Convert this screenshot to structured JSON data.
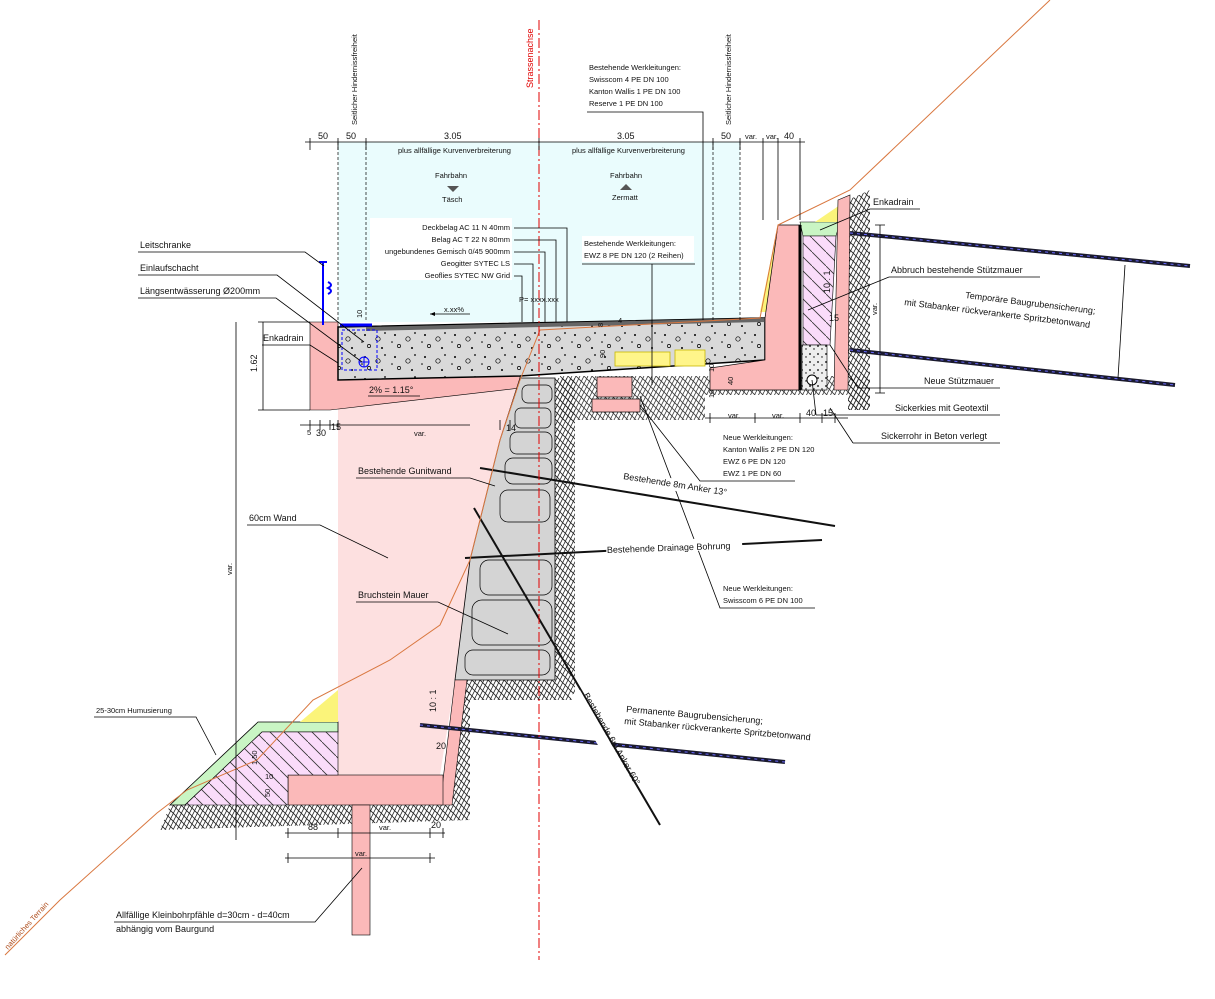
{
  "colors": {
    "axis": "#e00000",
    "clearance": "#eafcfd",
    "concrete": "#fbb9b9",
    "wall_light": "#fde0e0",
    "masonry": "#d4d4d4",
    "backfill": "#fadcfa",
    "humus": "#c9f5c4",
    "fill_yellow": "#fbf47a",
    "terrain": "#d9773f",
    "drain": "#0000ff"
  },
  "axis_label": "Strassenachse",
  "clearance_left": "Seitlicher Hindernissfreiheit",
  "clearance_right": "Seitlicher Hindernissfreiheit",
  "top_dims": [
    "50",
    "50",
    "3.05",
    "3.05",
    "50",
    "var.",
    "var.",
    "40"
  ],
  "widening_note": "plus allfällige Kurvenverbreiterung",
  "lane_left": {
    "label": "Fahrbahn",
    "direction": "Täsch"
  },
  "lane_right": {
    "label": "Fahrbahn",
    "direction": "Zermatt"
  },
  "layers": [
    "Deckbelag AC 11 N 40mm",
    "Belag AC T 22 N 80mm",
    "ungebundenes Gemisch 0/45 900mm",
    "Geogitter SYTEC LS",
    "Geoflies SYTEC NW Grid"
  ],
  "elevation": "P= xxxx.xxx",
  "crossfall": "x.xx%",
  "existing_utilities_top": [
    "Bestehende Werkleitungen:",
    "Swisscom 4 PE DN 100",
    "Kanton Wallis 1 PE DN 100",
    "Reserve 1 PE DN 100"
  ],
  "existing_utilities_mid": [
    "Bestehende Werkleitungen:",
    "EWZ 8 PE DN 120 (2 Reihen)"
  ],
  "left_labels": {
    "guardrail": "Leitschranke",
    "inlet": "Einlaufschacht",
    "drain": "Längsentwässerung Ø200mm",
    "enkadrain": "Enkadrain",
    "gunit": "Bestehende Gunitwand",
    "wall60": "60cm Wand",
    "masonry": "Bruchstein Mauer",
    "humus": "25-30cm Humusierung",
    "terrain": "natürliches Terrain",
    "piles1": "Allfällige Kleinbohrpfähle d=30cm - d=40cm",
    "piles2": "abhängig vom Baurgund"
  },
  "left_dims": {
    "h162": "1.62",
    "d10": "10",
    "d5": "5",
    "d30": "30",
    "d15": "15",
    "var": "var.",
    "d14": "14",
    "slope": "2% = 1.15°",
    "d150": "1.50",
    "d50": "50",
    "d10b": "10",
    "d88": "88",
    "varb": "var.",
    "d20": "20",
    "varc": "var.",
    "d20b": "20",
    "ratio": "10 : 1",
    "var_left": "var."
  },
  "right_labels": {
    "enkadrain": "Enkadrain",
    "demolish": "Abbruch bestehende Stützmauer",
    "temp1": "Temporäre Baugrubensicherung;",
    "temp2": "mit Stabanker rückverankerte Spritzbetonwand",
    "newwall": "Neue Stützmauer",
    "gravel": "Sickerkies mit Geotextil",
    "pipe": "Sickerrohr in Beton verlegt"
  },
  "right_dims": {
    "ratio": "10 : 1",
    "d15": "15",
    "var": "var.",
    "d8": "8",
    "d4": "4",
    "d90": "90",
    "d10": "10",
    "d40": "40",
    "d10b": "10",
    "var1": "var.",
    "var2": "var.",
    "d40b": "40",
    "d15b": "15"
  },
  "new_utilities_1": [
    "Neue Werkleitungen:",
    "Kanton Wallis 2 PE DN 120",
    "EWZ 6 PE DN 120",
    "EWZ 1 PE DN 60"
  ],
  "new_utilities_2": [
    "Neue Werkleitungen:",
    "Swisscom 6 PE DN 100"
  ],
  "anchors": {
    "a13": "Bestehende 8m Anker 13°",
    "drain": "Bestehende Drainage Bohrung",
    "a60": "Bestehende 6m Anker 60°",
    "perm1": "Permanente Baugrubensicherung;",
    "perm2": "mit Stabanker rückverankerte Spritzbetonwand"
  }
}
